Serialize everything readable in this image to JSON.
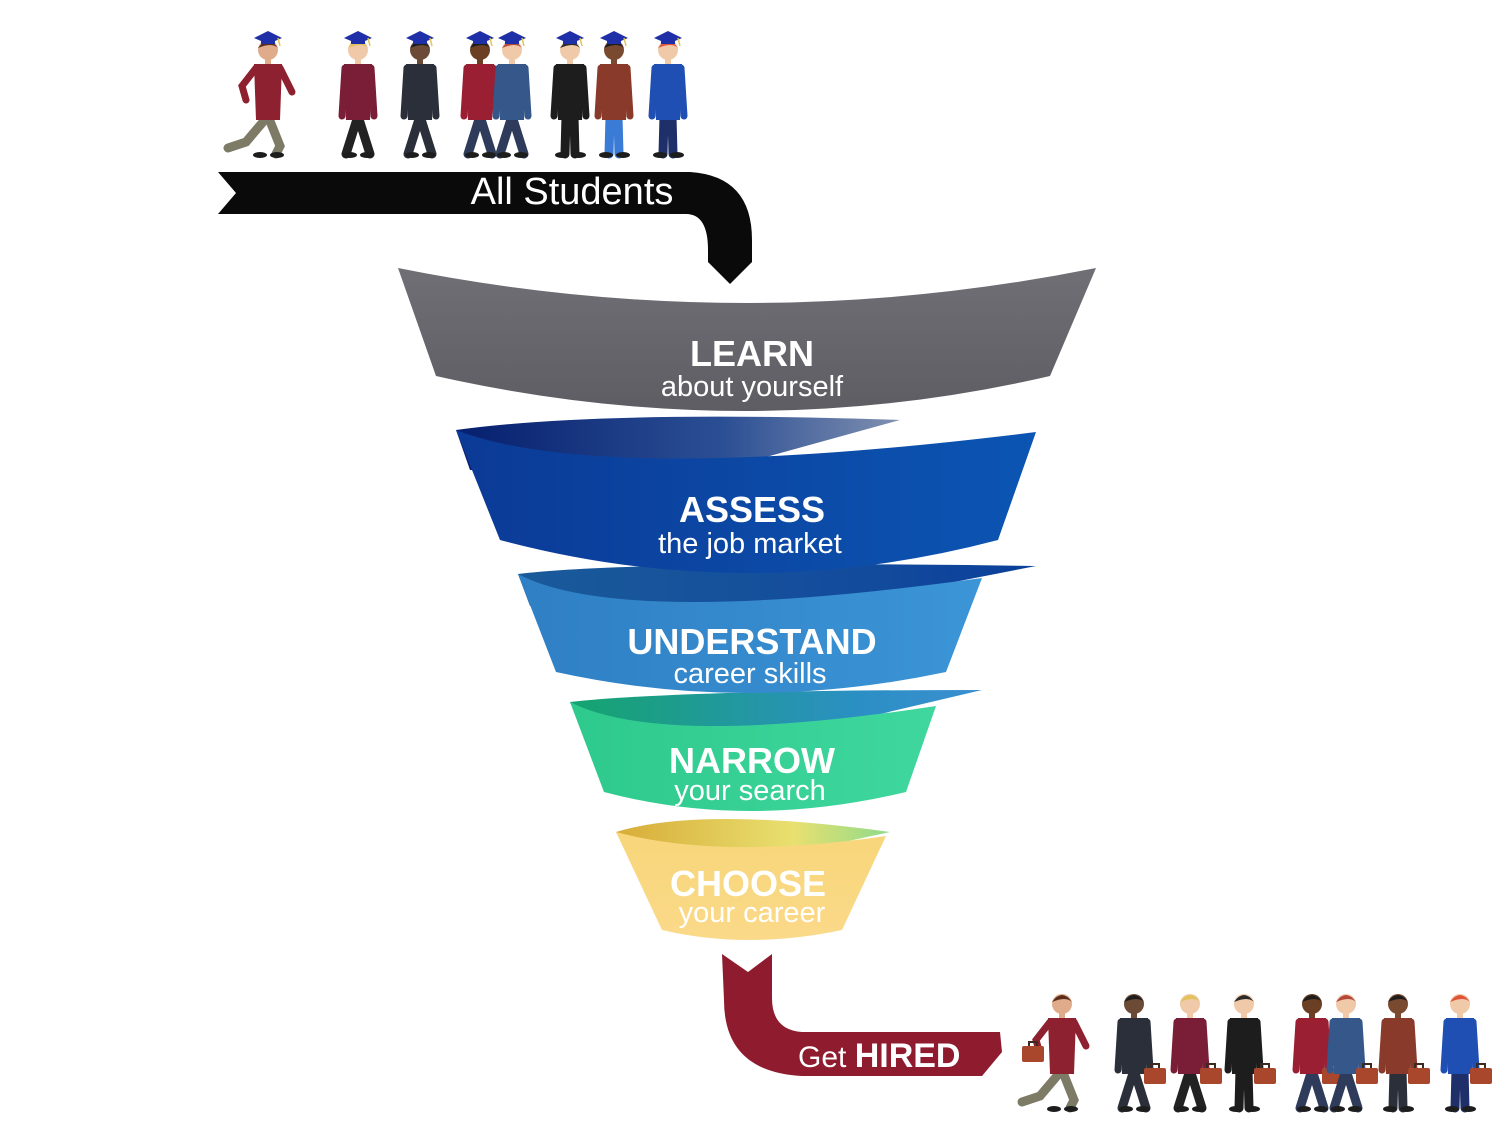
{
  "banner_top": {
    "label": "All Students",
    "color": "#0a0a0a",
    "text_color": "#ffffff"
  },
  "banner_bottom": {
    "label_prefix": "Get",
    "label_bold": "HIRED",
    "color": "#8e1b2e",
    "text_color": "#ffffff"
  },
  "stages": [
    {
      "title": "LEARN",
      "subtitle": "about yourself",
      "color": "#66666c",
      "color_dark": "#4b4b50"
    },
    {
      "title": "ASSESS",
      "subtitle": "the job market",
      "color": "#0b4aa6",
      "color_dark": "#06267a"
    },
    {
      "title": "UNDERSTAND",
      "subtitle": "career skills",
      "color": "#2e86cc",
      "color_dark": "#1a5e9c"
    },
    {
      "title": "NARROW",
      "subtitle": "your search",
      "color": "#2fcf93",
      "color_dark": "#1a9a6a"
    },
    {
      "title": "CHOOSE",
      "subtitle": "your career",
      "color": "#f8d77d",
      "color_dark": "#d9ae3a"
    }
  ],
  "people_top": {
    "icon": "graduate-student-icon",
    "cap_color": "#1f2fa8",
    "figures": [
      {
        "pose": "running",
        "top": "#8e2130",
        "legs": "#7d7a66",
        "skin": "#e0ab8b",
        "hair": "#5a2e1a"
      },
      {
        "pose": "walking",
        "top": "#7a1e38",
        "legs": "#222222",
        "skin": "#f0c9a8",
        "hair": "#e3c25b"
      },
      {
        "pose": "walking",
        "top": "#2b2f3a",
        "legs": "#2b2f3a",
        "skin": "#6b4a36",
        "hair": "#1d1d1d"
      },
      {
        "pose": "walking",
        "top": "#9b1f33",
        "legs": "#2f3b5a",
        "skin": "#6a3f24",
        "hair": "#1d1d1d"
      },
      {
        "pose": "walking",
        "top": "#35578a",
        "legs": "#2f3b5a",
        "skin": "#f0c9a8",
        "hair": "#b5483a"
      },
      {
        "pose": "standing",
        "top": "#1d1d1d",
        "legs": "#1d1d1d",
        "skin": "#f0c9a8",
        "hair": "#2a2a2a"
      },
      {
        "pose": "standing",
        "top": "#8a3a2a",
        "legs": "#3a7bd5",
        "skin": "#7a4a30",
        "hair": "#1d1d1d"
      },
      {
        "pose": "standing",
        "top": "#1f4fb3",
        "legs": "#1f2f6a",
        "skin": "#f0c9a8",
        "hair": "#e0553a"
      }
    ]
  },
  "people_bottom": {
    "icon": "professional-with-briefcase-icon",
    "briefcase_color": "#a9472c",
    "figures": [
      {
        "pose": "running",
        "top": "#8e2130",
        "legs": "#7d7a66",
        "skin": "#e0ab8b",
        "hair": "#5a2e1a"
      },
      {
        "pose": "walking",
        "top": "#2b2f3a",
        "legs": "#2b2f3a",
        "skin": "#6b4a36",
        "hair": "#1d1d1d"
      },
      {
        "pose": "walking",
        "top": "#7a1e38",
        "legs": "#222222",
        "skin": "#f0c9a8",
        "hair": "#e3c25b"
      },
      {
        "pose": "standing",
        "top": "#1d1d1d",
        "legs": "#1d1d1d",
        "skin": "#f0c9a8",
        "hair": "#2a2a2a"
      },
      {
        "pose": "walking",
        "top": "#9b1f33",
        "legs": "#2f3b5a",
        "skin": "#6a3f24",
        "hair": "#1d1d1d"
      },
      {
        "pose": "walking",
        "top": "#35578a",
        "legs": "#2f3b5a",
        "skin": "#f0c9a8",
        "hair": "#b5483a"
      },
      {
        "pose": "standing",
        "top": "#8a3a2a",
        "legs": "#2b2f3a",
        "skin": "#7a4a30",
        "hair": "#1d1d1d"
      },
      {
        "pose": "standing",
        "top": "#1f4fb3",
        "legs": "#1f2f6a",
        "skin": "#f0c9a8",
        "hair": "#e0553a"
      }
    ]
  }
}
